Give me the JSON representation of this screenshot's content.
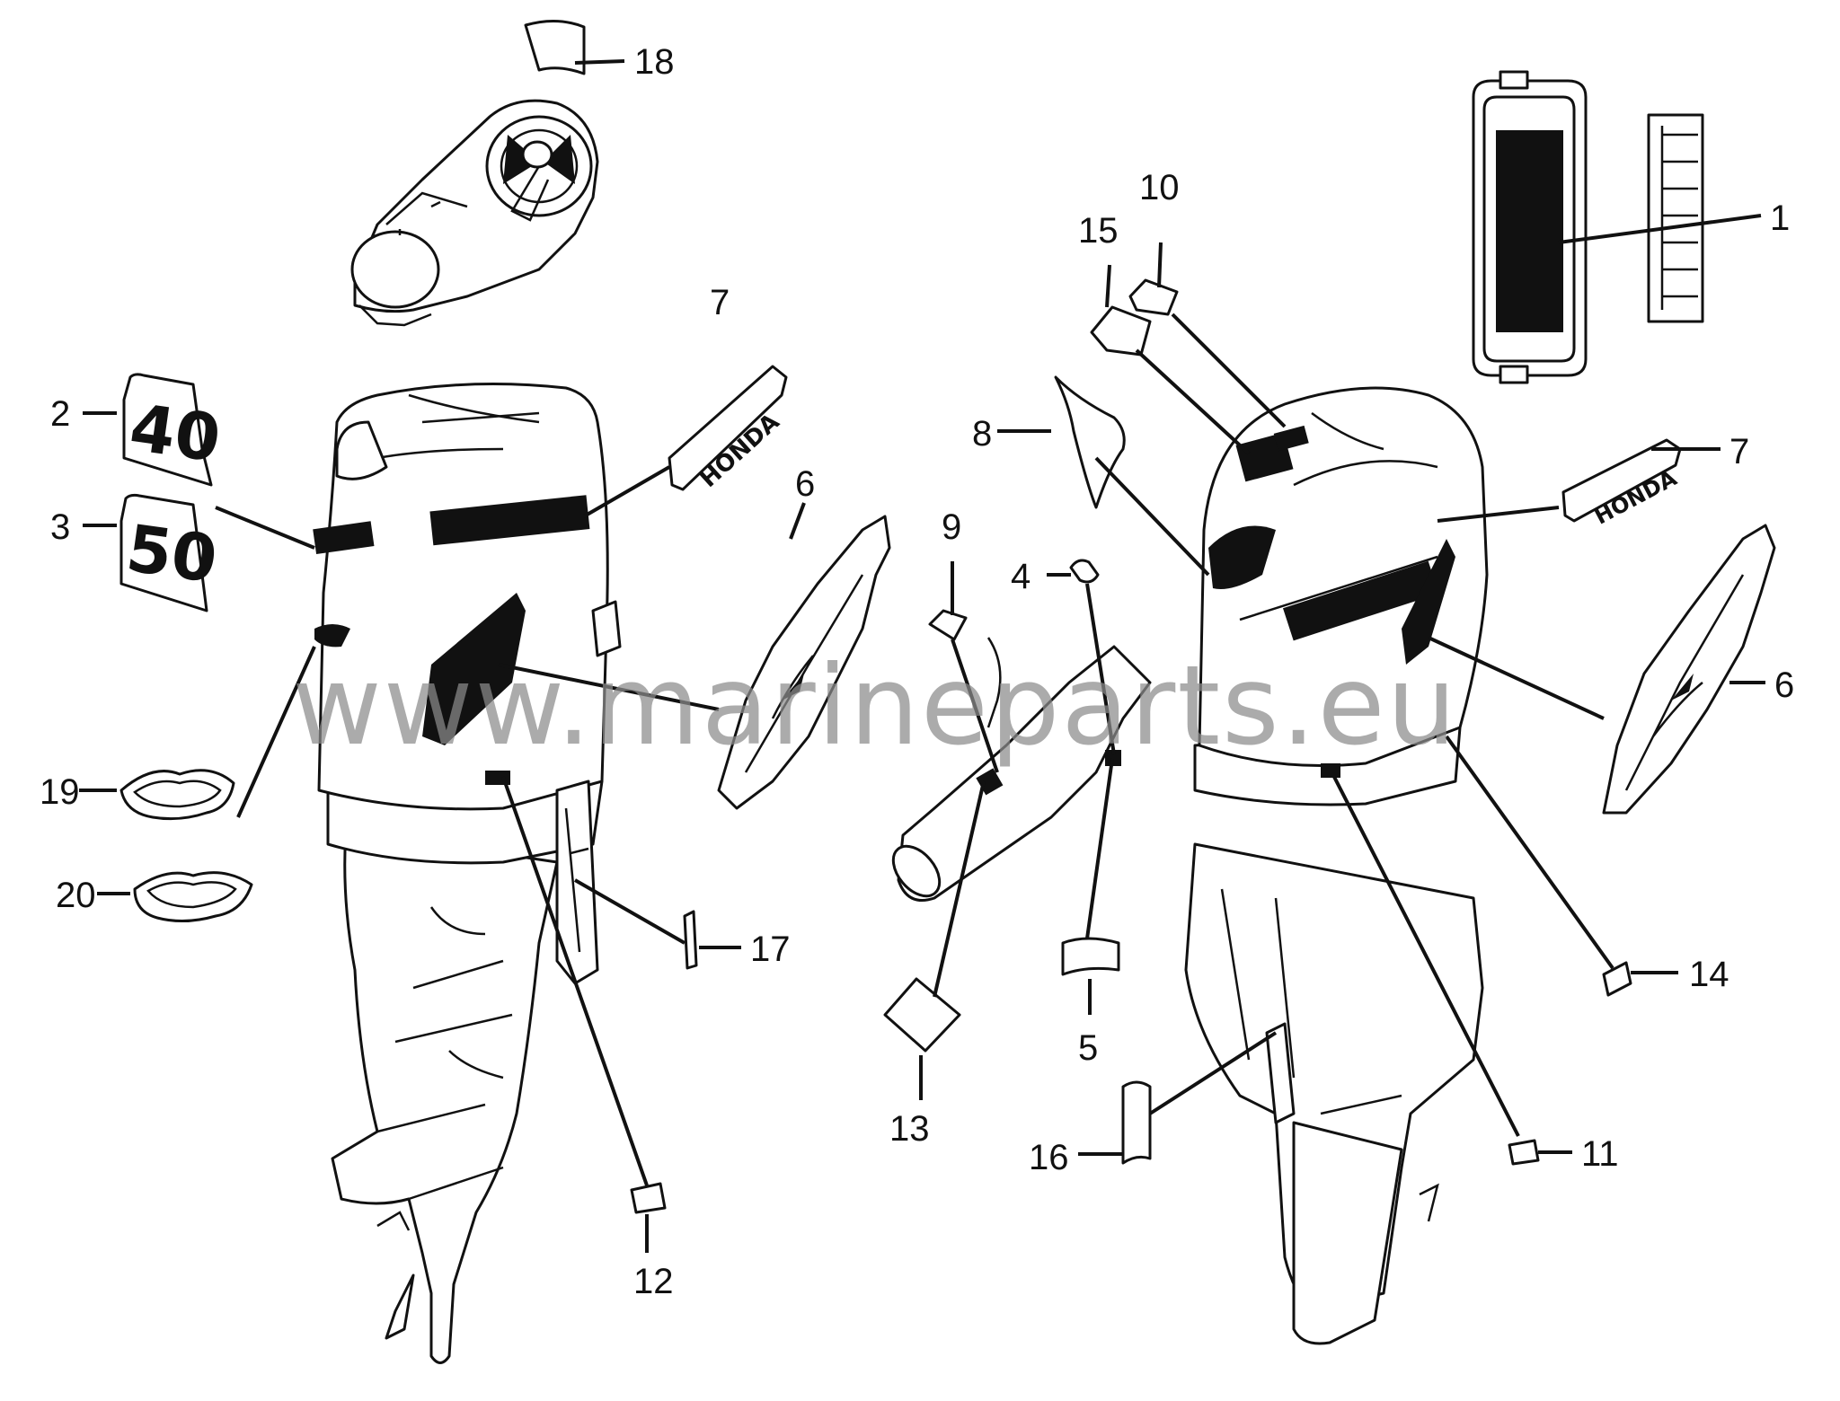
{
  "watermark": "www.marineparts.eu",
  "emblems": {
    "model_40": "40",
    "model_50": "50",
    "brand": "HONDA"
  },
  "callouts": [
    "1",
    "2",
    "3",
    "4",
    "5",
    "6",
    "7",
    "8",
    "9",
    "10",
    "11",
    "12",
    "13",
    "14",
    "15",
    "16",
    "17",
    "18",
    "19",
    "20"
  ]
}
